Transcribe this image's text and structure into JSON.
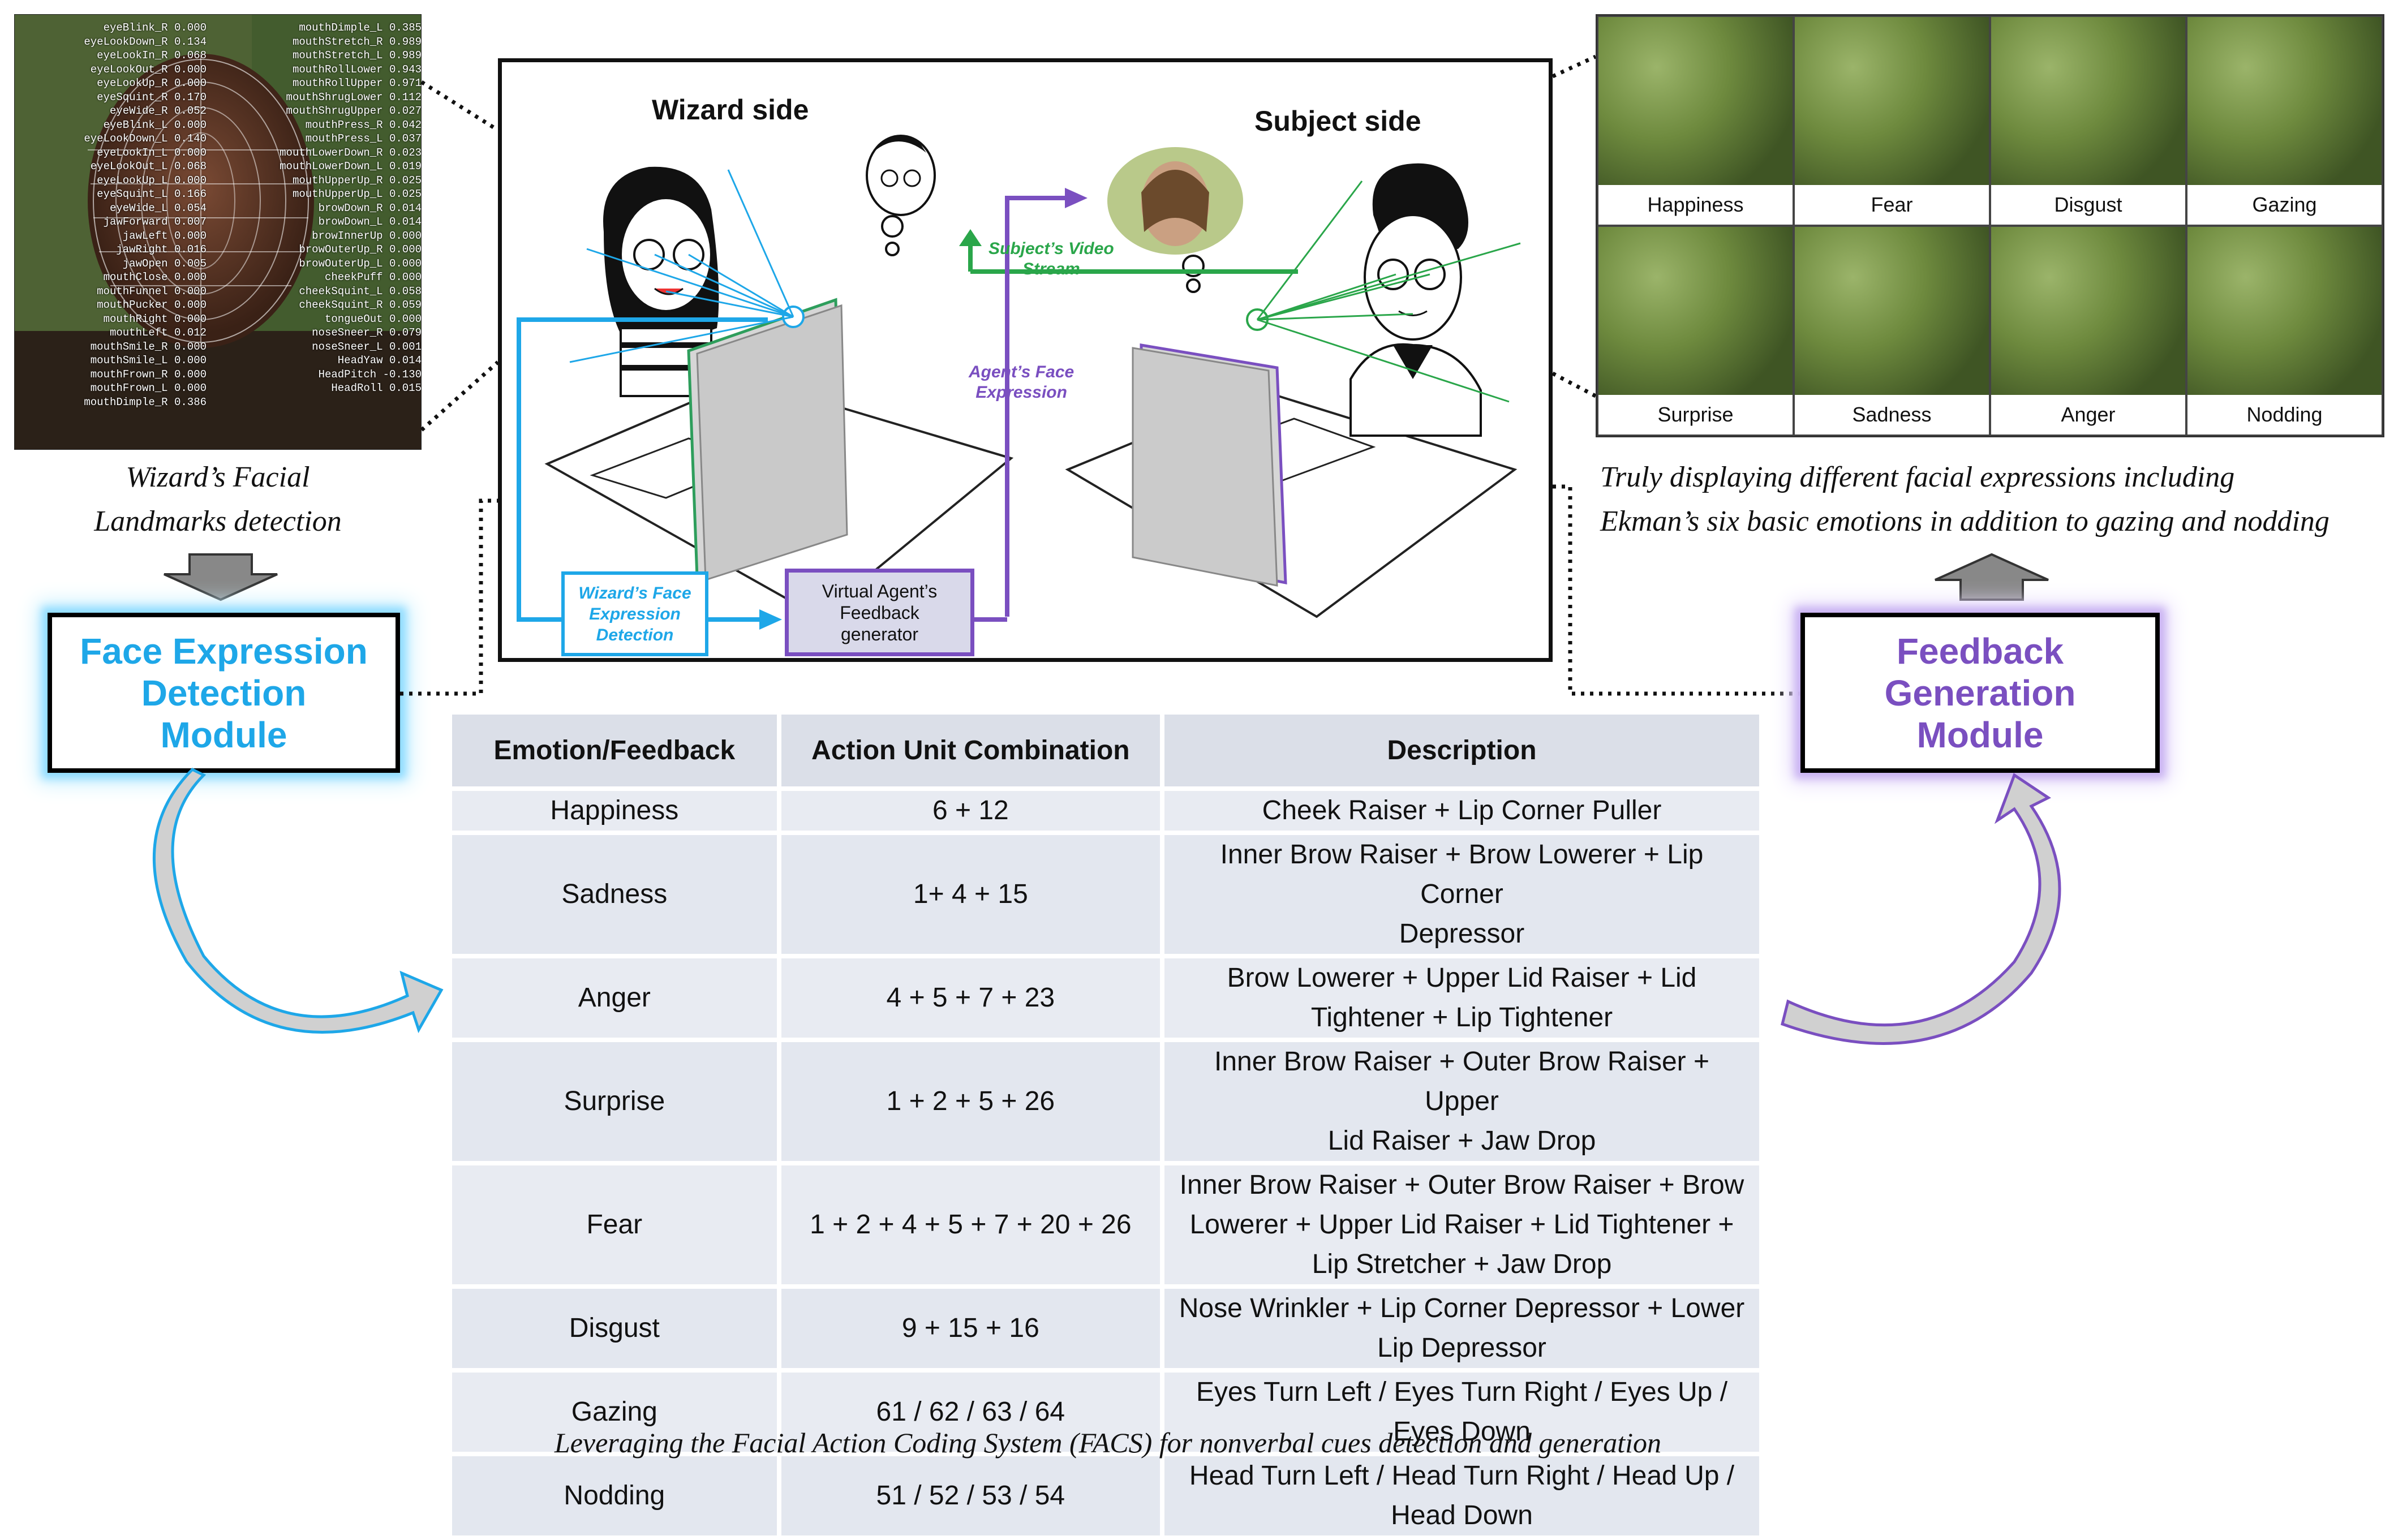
{
  "wizard_photo": {
    "caption_line1": "Wizard’s Facial",
    "caption_line2": "Landmarks detection",
    "left_labels": [
      "eyeBlink_R 0.000",
      "eyeLookDown_R 0.134",
      "eyeLookIn_R 0.068",
      "eyeLookOut_R 0.000",
      "eyeLookUp_R 0.000",
      "eyeSquint_R 0.170",
      "eyeWide_R 0.052",
      "eyeBlink_L 0.000",
      "eyeLookDown_L 0.140",
      "eyeLookIn_L 0.000",
      "eyeLookOut_L 0.068",
      "eyeLookUp_L 0.000",
      "eyeSquint_L 0.166",
      "eyeWide_L 0.054",
      "jawForward 0.007",
      "jawLeft 0.000",
      "jawRight 0.016",
      "jawOpen 0.005",
      "mouthClose 0.000",
      "mouthFunnel 0.000",
      "mouthPucker 0.000",
      "mouthRight 0.000",
      "mouthLeft 0.012",
      "mouthSmile_R 0.000",
      "mouthSmile_L 0.000",
      "mouthFrown_R 0.000",
      "mouthFrown_L 0.000",
      "mouthDimple_R 0.386"
    ],
    "right_labels": [
      "mouthDimple_L 0.385",
      "mouthStretch_R 0.989",
      "mouthStretch_L 0.989",
      "mouthRollLower 0.943",
      "mouthRollUpper 0.971",
      "mouthShrugLower 0.112",
      "mouthShrugUpper 0.027",
      "mouthPress_R 0.042",
      "mouthPress_L 0.037",
      "mouthLowerDown_R 0.023",
      "mouthLowerDown_L 0.019",
      "mouthUpperUp_R 0.025",
      "mouthUpperUp_L 0.025",
      "browDown_R 0.014",
      "browDown_L 0.014",
      "browInnerUp 0.000",
      "browOuterUp_R 0.000",
      "browOuterUp_L 0.000",
      "cheekPuff 0.000",
      "cheekSquint_L 0.058",
      "cheekSquint_R 0.059",
      "tongueOut 0.000",
      "noseSneer_R 0.079",
      "noseSneer_L 0.001",
      "HeadYaw 0.014",
      "HeadPitch -0.130",
      "HeadRoll 0.015"
    ]
  },
  "illustration": {
    "wizard_side": "Wizard side",
    "subject_side": "Subject side",
    "video_stream": [
      "Subject’s Video",
      "Stream"
    ],
    "agent_expression": [
      "Agent’s Face",
      "Expression"
    ],
    "wizard_detection": [
      "Wizard’s Face",
      "Expression",
      "Detection"
    ],
    "feedback_generator": [
      "Virtual Agent’s",
      "Feedback",
      "generator"
    ]
  },
  "faces": {
    "labels": [
      "Happiness",
      "Fear",
      "Disgust",
      "Gazing",
      "Surprise",
      "Sadness",
      "Anger",
      "Nodding"
    ],
    "caption_line1": "Truly displaying different facial expressions including",
    "caption_line2": "Ekman’s six basic emotions in addition to gazing and nodding"
  },
  "modules": {
    "detection": [
      "Face Expression",
      "Detection",
      "Module"
    ],
    "generation": [
      "Feedback",
      "Generation",
      "Module"
    ]
  },
  "table": {
    "headers": [
      "Emotion/Feedback",
      "Action Unit Combination",
      "Description"
    ],
    "rows": [
      {
        "emotion": "Happiness",
        "au": "6 + 12",
        "desc": [
          "Cheek Raiser + Lip Corner Puller"
        ]
      },
      {
        "emotion": "Sadness",
        "au": "1+ 4 + 15",
        "desc": [
          "Inner Brow Raiser + Brow Lowerer + Lip Corner",
          "Depressor"
        ]
      },
      {
        "emotion": "Anger",
        "au": "4 + 5 + 7 + 23",
        "desc": [
          "Brow Lowerer + Upper Lid Raiser + Lid",
          "Tightener + Lip Tightener"
        ]
      },
      {
        "emotion": "Surprise",
        "au": "1 + 2 + 5 + 26",
        "desc": [
          "Inner Brow Raiser + Outer Brow Raiser + Upper",
          "Lid Raiser + Jaw Drop"
        ]
      },
      {
        "emotion": "Fear",
        "au": "1 + 2 + 4 + 5 + 7 + 20 + 26",
        "desc": [
          "Inner Brow Raiser + Outer Brow Raiser + Brow",
          "Lowerer + Upper Lid Raiser + Lid Tightener +",
          "Lip Stretcher + Jaw Drop"
        ]
      },
      {
        "emotion": "Disgust",
        "au": "9 + 15 + 16",
        "desc": [
          "Nose Wrinkler + Lip Corner Depressor + Lower",
          "Lip Depressor"
        ]
      },
      {
        "emotion": "Gazing",
        "au": "61 / 62 / 63 / 64",
        "desc": [
          "Eyes Turn Left / Eyes Turn Right / Eyes Up /",
          "Eyes Down"
        ]
      },
      {
        "emotion": "Nodding",
        "au": "51 / 52 / 53 / 54",
        "desc": [
          "Head Turn Left / Head Turn Right / Head Up /",
          "Head Down"
        ]
      }
    ],
    "caption": "Leveraging the Facial Action Coding System (FACS) for nonverbal cues detection and generation"
  },
  "colors": {
    "detection_blue": "#1ea7e8",
    "generation_purple": "#7a4fc0",
    "stream_green": "#2aa64a",
    "table_header_bg": "#dbdfe8",
    "table_row_bg": "#e8ebf2"
  }
}
